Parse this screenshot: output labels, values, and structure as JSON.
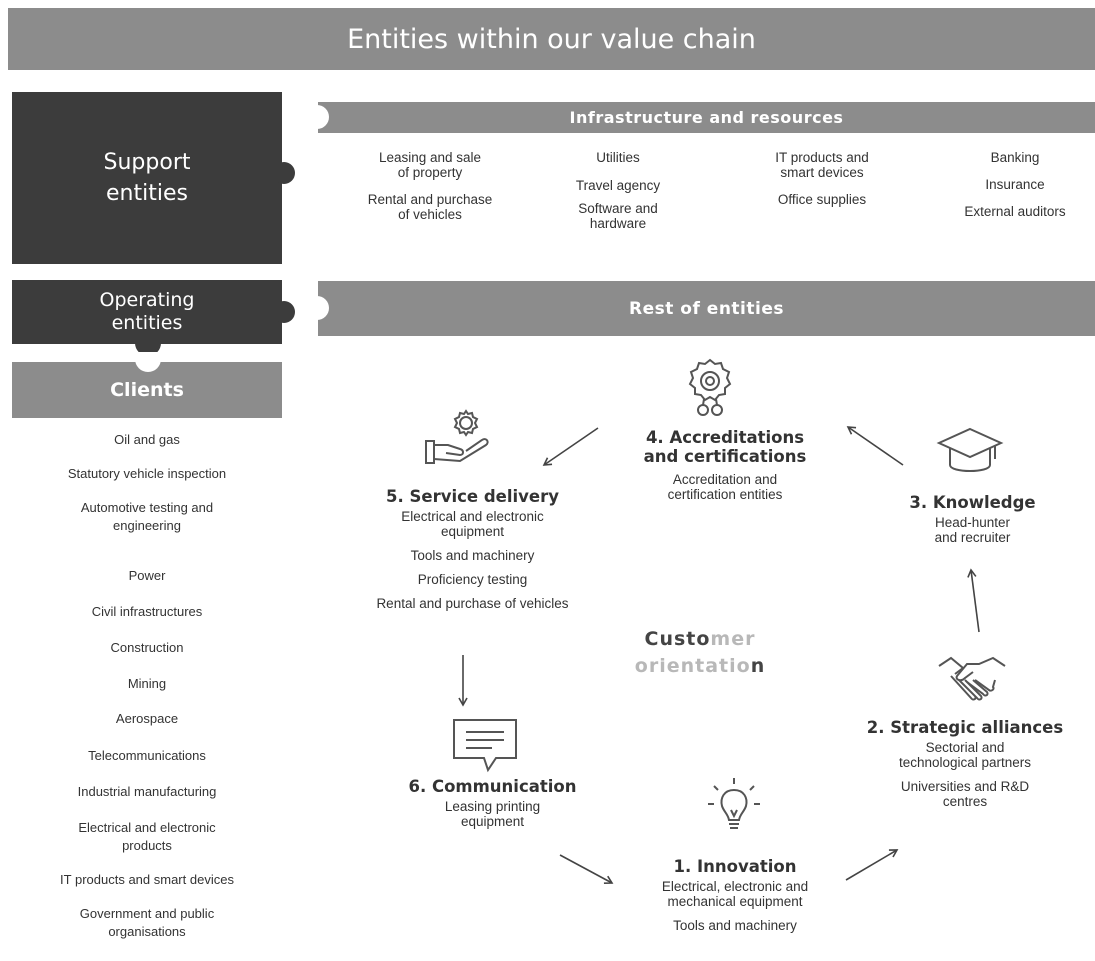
{
  "header": {
    "title": "Entities within our value chain"
  },
  "left": {
    "support": {
      "line1": "Support",
      "line2": "entities"
    },
    "operating": {
      "line1": "Operating",
      "line2": "entities"
    },
    "clients": {
      "title": "Clients",
      "items": [
        "Oil and gas",
        "Statutory vehicle inspection",
        "Automotive testing and",
        "engineering",
        "Power",
        "Civil infrastructures",
        "Construction",
        "Mining",
        "Aerospace",
        "Telecommunications",
        "Industrial manufacturing",
        "Electrical and electronic",
        "products",
        "IT products and smart devices",
        "Government and public",
        "organisations"
      ]
    }
  },
  "infrastructure": {
    "title": "Infrastructure and resources",
    "col1": [
      "Leasing and sale",
      "of property",
      "Rental and purchase",
      "of vehicles"
    ],
    "col2": [
      "Utilities",
      "Travel agency",
      "Software and",
      "hardware"
    ],
    "col3": [
      "IT products and",
      "smart devices",
      "Office supplies"
    ],
    "col4": [
      "Banking",
      "Insurance",
      "External auditors"
    ]
  },
  "rest": {
    "title": "Rest of entities"
  },
  "cycle": {
    "center": {
      "line1": "Custo",
      "line1b": "mer",
      "line2": "orientatio",
      "line2b": "n"
    },
    "steps": {
      "s1": {
        "title": "1. Innovation",
        "lines": [
          "Electrical, electronic and",
          "mechanical equipment",
          "Tools and machinery"
        ]
      },
      "s2": {
        "title": "2. Strategic alliances",
        "lines": [
          "Sectorial and",
          "technological partners",
          "Universities and R&D",
          "centres"
        ]
      },
      "s3": {
        "title": "3. Knowledge",
        "lines": [
          "Head-hunter",
          "and recruiter"
        ]
      },
      "s4": {
        "title_line1": "4. Accreditations",
        "title_line2": "and certifications",
        "lines": [
          "Accreditation and",
          "certification entities"
        ]
      },
      "s5": {
        "title": "5. Service delivery",
        "lines": [
          "Electrical and electronic",
          "equipment",
          "Tools and machinery",
          "Proficiency testing",
          "Rental and purchase of vehicles"
        ]
      },
      "s6": {
        "title": "6. Communication",
        "lines": [
          "Leasing printing",
          "equipment"
        ]
      }
    }
  },
  "icons": {
    "s1": "lightbulb-icon",
    "s2": "handshake-icon",
    "s3": "graduation-cap-icon",
    "s4": "award-rosette-icon",
    "s5": "hand-gear-icon",
    "s6": "chat-message-icon"
  },
  "colors": {
    "dark": "#3c3c3c",
    "mid": "#8c8c8c",
    "light_text": "#b8b8b8"
  }
}
